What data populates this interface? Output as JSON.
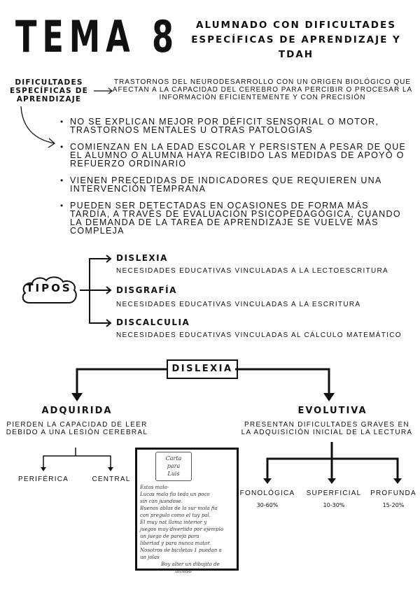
{
  "header": {
    "title": "TEMA 8",
    "subtitle": "ALUMNADO CON DIFICULTADES ESPECÍFICAS DE APRENDIZAJE Y TDAH"
  },
  "dea": {
    "label": "DIFICULTADES ESPECÍFICAS DE APRENDIZAJE",
    "definition": "TRASTORNOS DEL NEURODESARROLLO CON UN ORIGEN BIOLÓGICO QUE AFECTAN A LA CAPACIDAD DEL CEREBRO PARA PERCIBIR O PROCESAR LA INFORMACIÓN EFICIENTEMENTE Y CON PRECISIÓN",
    "bullets": [
      "NO SE EXPLICAN MEJOR POR DÉFICIT SENSORIAL O MOTOR, TRASTORNOS MENTALES U OTRAS PATOLOGÍAS",
      "COMIENZAN EN LA EDAD ESCOLAR Y PERSISTEN A PESAR DE QUE EL ALUMNO O ALUMNA HAYA RECIBIDO LAS MEDIDAS DE APOYO O REFUERZO ORDINARIO",
      "VIENEN PRECEDIDAS DE INDICADORES QUE REQUIEREN UNA INTERVENCIÓN TEMPRANA",
      "PUEDEN SER DETECTADAS EN OCASIONES DE FORMA MÁS TARDÍA, A TRAVÉS DE EVALUACIÓN PSICOPEDAGÓGICA, CUANDO LA DEMANDA DE LA TAREA DE APRENDIZAJE SE VUELVE MÁS COMPLEJA"
    ]
  },
  "tipos": {
    "label": "TIPOS",
    "items": [
      {
        "name": "DISLEXIA",
        "desc": "NECESIDADES EDUCATIVAS VINCULADAS A LA LECTOESCRITURA"
      },
      {
        "name": "DISGRAFÍA",
        "desc": "NECESIDADES EDUCATIVAS VINCULADAS A LA ESCRITURA"
      },
      {
        "name": "DISCALCULIA",
        "desc": "NECESIDADES EDUCATIVAS VINCULADAS AL CÁLCULO MATEMÁTICO"
      }
    ]
  },
  "dislexia": {
    "label": "DISLEXIA",
    "adquirida": {
      "title": "ADQUIRIDA",
      "desc": "PIERDEN LA CAPACIDAD DE LEER DEBIDO A UNA LESIÓN CEREBRAL",
      "types": [
        "PERIFÉRICA",
        "CENTRAL"
      ]
    },
    "evolutiva": {
      "title": "EVOLUTIVA",
      "desc": "PRESENTAN DIFICULTADES GRAVES EN LA ADQUISICIÓN INICIAL DE LA LECTURA",
      "types": [
        {
          "name": "FONOLÓGICA",
          "pct": "30-60%"
        },
        {
          "name": "SUPERFICIAL",
          "pct": "10-30%"
        },
        {
          "name": "PROFUNDA",
          "pct": "15-20%"
        }
      ]
    }
  },
  "sample": {
    "card": [
      "Carta",
      "para",
      "Luis"
    ],
    "lines": [
      "Estas malo-",
      "Lucas malo fio teda un poco",
      "sin can jusndose.",
      "Buenos ablas de la sur mola fia",
      "con pregulo como el tuy pal.",
      "El muy nat llama interior y",
      "juegos muy divertido por ejemplo",
      "un juego de pareja para",
      "libertad y para nunca matar.",
      "Nosotros de biciletas 1 puedan a",
      "un jolas",
      "Boy alter un dibujito de",
      "unniso"
    ]
  }
}
